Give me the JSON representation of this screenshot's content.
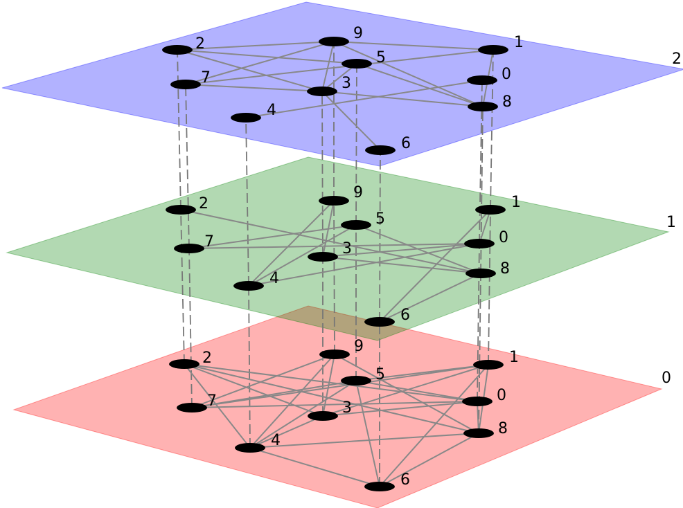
{
  "layers": [
    {
      "id": "0",
      "label": "0",
      "color": "#ff0000"
    },
    {
      "id": "1",
      "label": "1",
      "color": "#008000"
    },
    {
      "id": "2",
      "label": "2",
      "color": "#0000ff"
    }
  ],
  "nodes": [
    "0",
    "1",
    "2",
    "3",
    "4",
    "5",
    "6",
    "7",
    "8",
    "9"
  ],
  "edges": {
    "0": [
      [
        "2",
        "0"
      ],
      [
        "2",
        "8"
      ],
      [
        "2",
        "3"
      ],
      [
        "7",
        "9"
      ],
      [
        "7",
        "5"
      ],
      [
        "7",
        "0"
      ],
      [
        "7",
        "1"
      ],
      [
        "9",
        "4"
      ],
      [
        "9",
        "3"
      ],
      [
        "9",
        "8"
      ],
      [
        "5",
        "4"
      ],
      [
        "5",
        "6"
      ],
      [
        "5",
        "0"
      ],
      [
        "5",
        "1"
      ],
      [
        "1",
        "3"
      ],
      [
        "1",
        "6"
      ],
      [
        "0",
        "3"
      ],
      [
        "0",
        "8"
      ],
      [
        "3",
        "4"
      ],
      [
        "4",
        "8"
      ],
      [
        "4",
        "6"
      ],
      [
        "4",
        "2"
      ],
      [
        "8",
        "6"
      ],
      [
        "8",
        "1"
      ]
    ],
    "1": [
      [
        "2",
        "8"
      ],
      [
        "7",
        "5"
      ],
      [
        "7",
        "0"
      ],
      [
        "9",
        "4"
      ],
      [
        "9",
        "3"
      ],
      [
        "5",
        "4"
      ],
      [
        "5",
        "8"
      ],
      [
        "1",
        "0"
      ],
      [
        "1",
        "6"
      ],
      [
        "0",
        "3"
      ],
      [
        "0",
        "4"
      ],
      [
        "8",
        "6"
      ],
      [
        "3",
        "8"
      ]
    ],
    "2": [
      [
        "2",
        "9"
      ],
      [
        "2",
        "5"
      ],
      [
        "2",
        "3"
      ],
      [
        "7",
        "9"
      ],
      [
        "7",
        "3"
      ],
      [
        "7",
        "1"
      ],
      [
        "9",
        "3"
      ],
      [
        "9",
        "8"
      ],
      [
        "9",
        "1"
      ],
      [
        "5",
        "8"
      ],
      [
        "5",
        "3"
      ],
      [
        "0",
        "4"
      ],
      [
        "3",
        "6"
      ],
      [
        "3",
        "8"
      ],
      [
        "1",
        "8"
      ]
    ]
  },
  "interlayer_connections": "all nodes linked across layers 0-1-2"
}
